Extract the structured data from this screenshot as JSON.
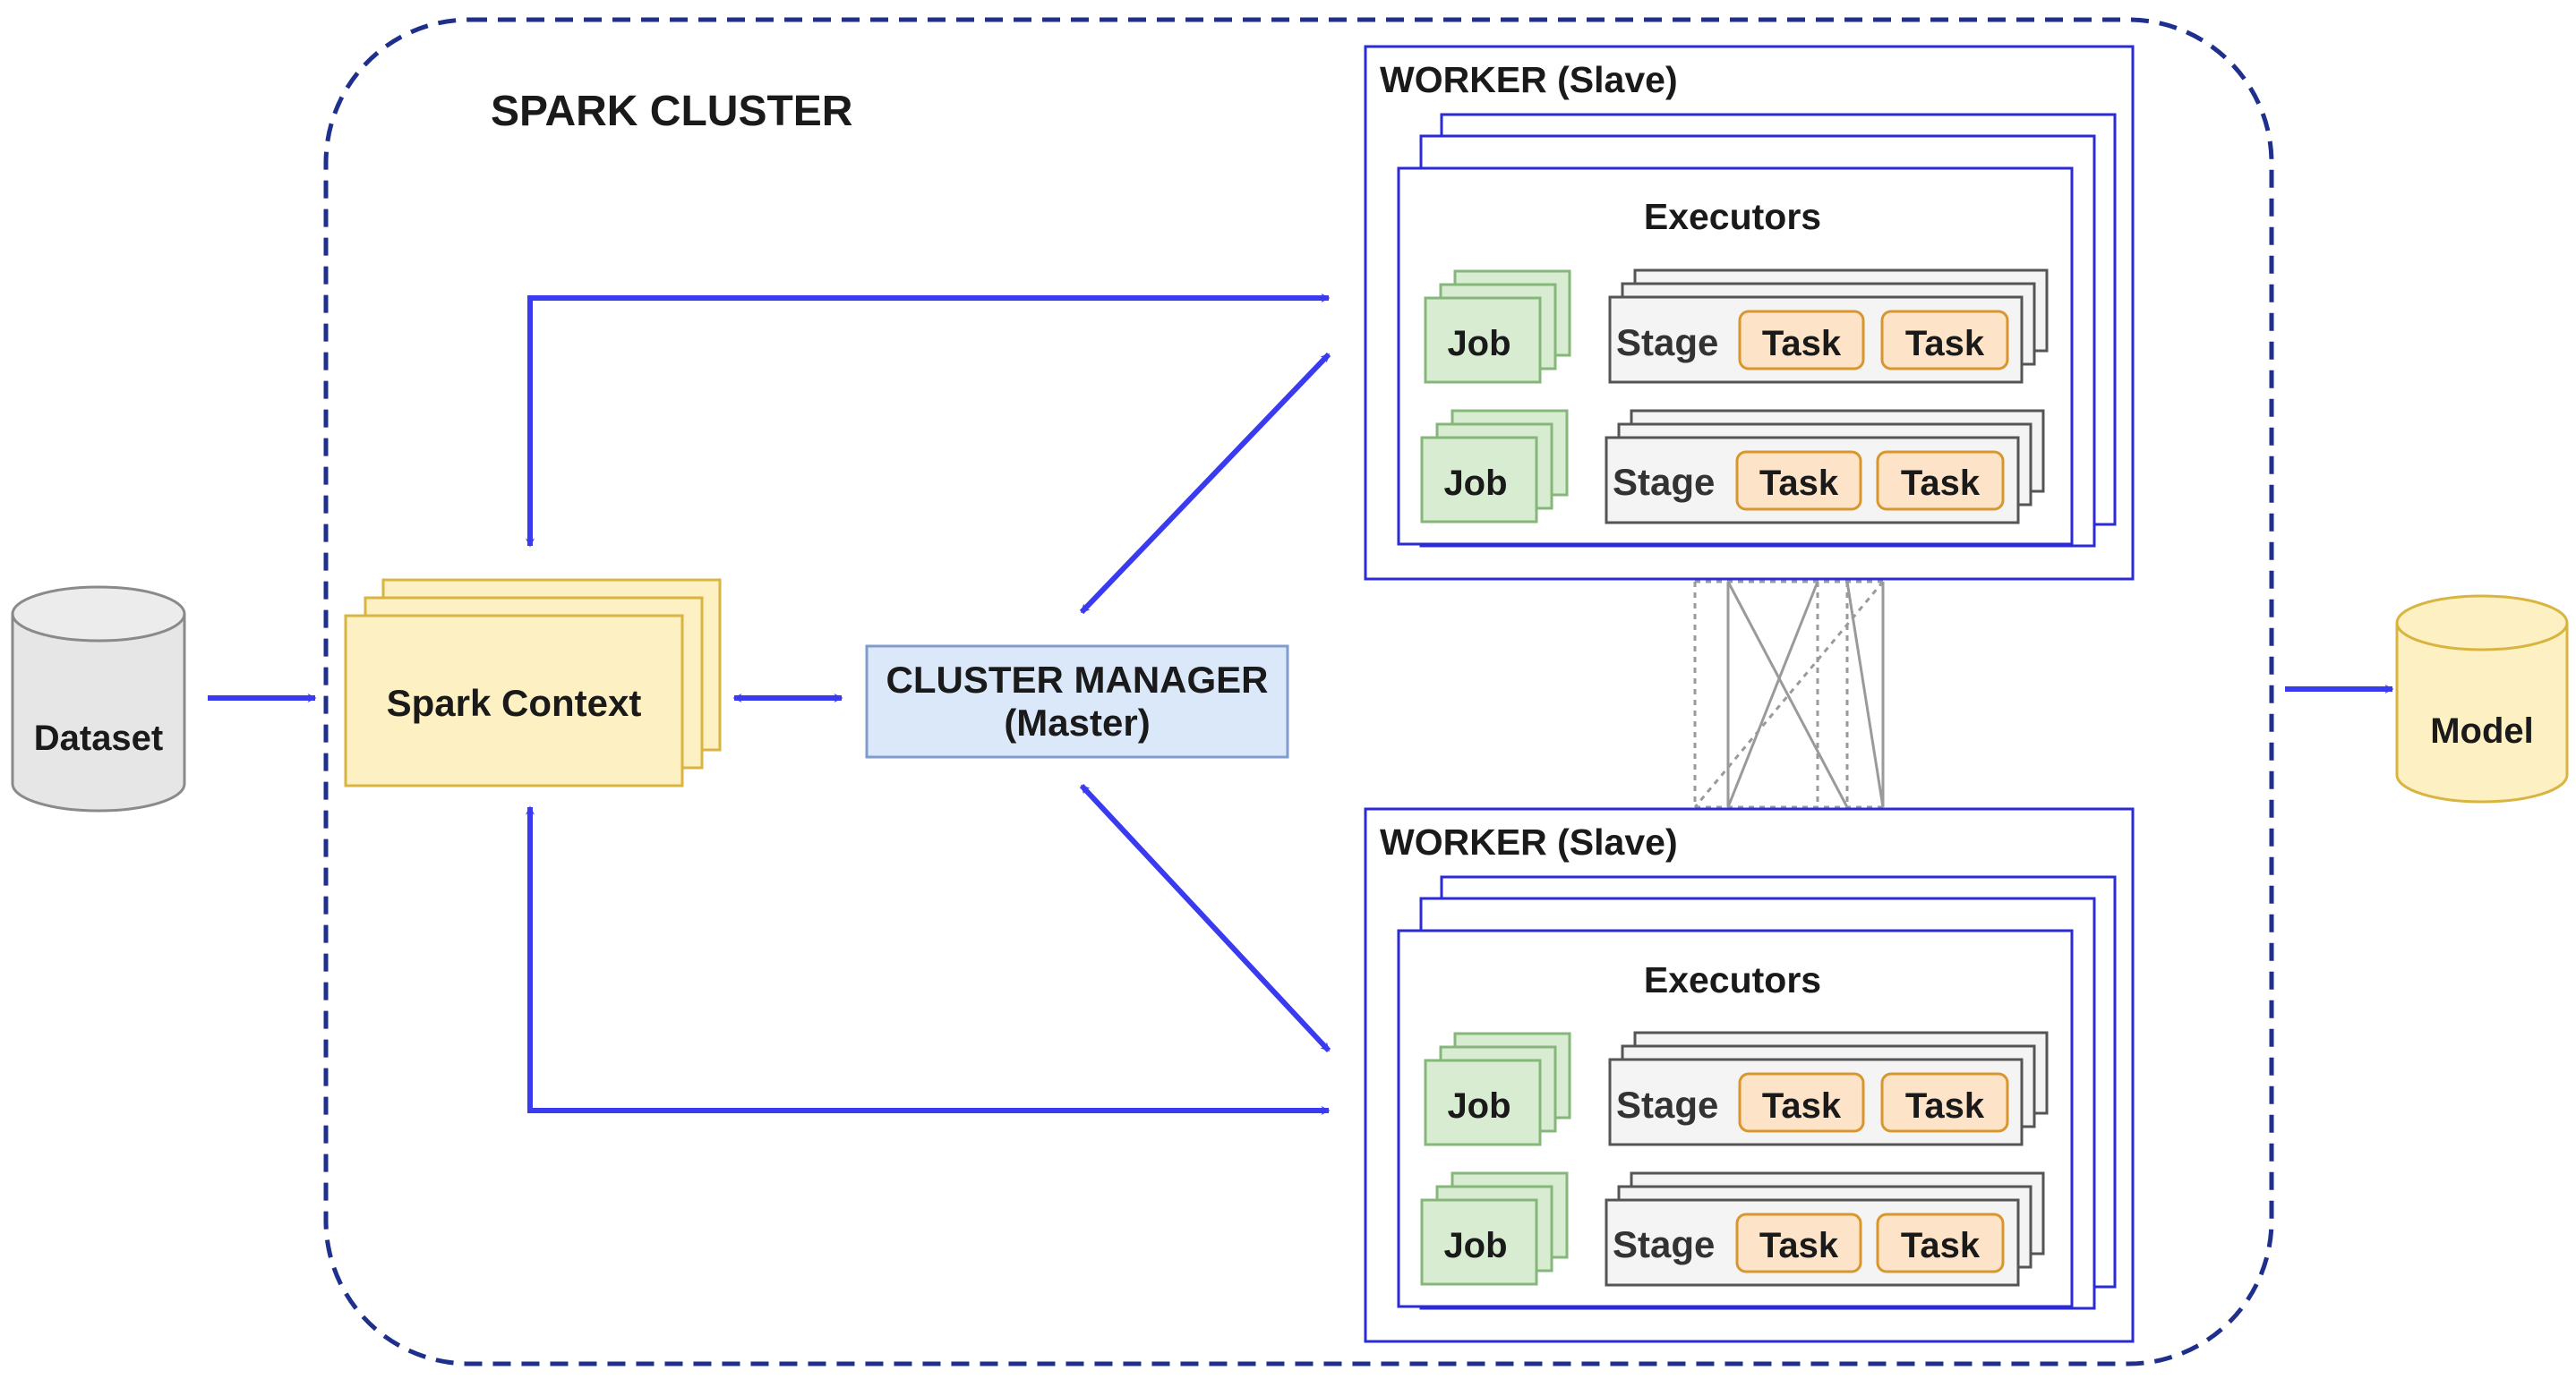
{
  "diagram": {
    "cluster_title": "SPARK CLUSTER",
    "dataset": {
      "label": "Dataset"
    },
    "model": {
      "label": "Model"
    },
    "spark_context": {
      "label": "Spark Context"
    },
    "cluster_manager": {
      "line1": "CLUSTER MANAGER",
      "line2": "(Master)"
    },
    "workers": [
      {
        "title": "WORKER (Slave)",
        "executors_label": "Executors",
        "rows": [
          {
            "job": "Job",
            "stage": "Stage",
            "tasks": [
              "Task",
              "Task"
            ]
          },
          {
            "job": "Job",
            "stage": "Stage",
            "tasks": [
              "Task",
              "Task"
            ]
          }
        ]
      },
      {
        "title": "WORKER (Slave)",
        "executors_label": "Executors",
        "rows": [
          {
            "job": "Job",
            "stage": "Stage",
            "tasks": [
              "Task",
              "Task"
            ]
          },
          {
            "job": "Job",
            "stage": "Stage",
            "tasks": [
              "Task",
              "Task"
            ]
          }
        ]
      }
    ],
    "colors": {
      "arrow": "#3a3af0",
      "cluster_border": "#1f2f8c",
      "worker_border": "#2a2ad6",
      "context_fill": "#fdf0c2",
      "context_border": "#d9b441",
      "manager_fill": "#dbe8fa",
      "manager_border": "#7f9ccb",
      "job_fill": "#d7ecd1",
      "job_border": "#86b77a",
      "task_fill": "#fde4c8",
      "task_border": "#d9962f",
      "stage_fill": "#f4f4f4",
      "stage_border": "#555555",
      "dataset_fill": "#e6e6e6",
      "model_fill": "#fdf0c2"
    }
  }
}
